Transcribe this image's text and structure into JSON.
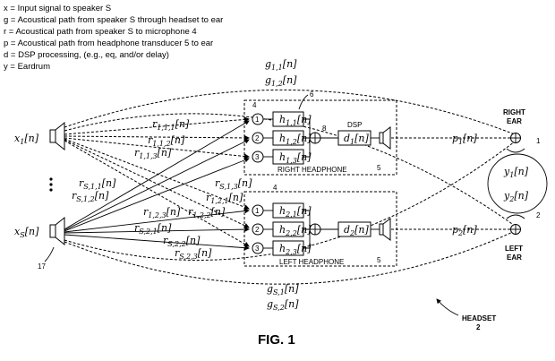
{
  "title": "FIG. 1",
  "legend": [
    "x = Input signal to speaker S",
    "g = Acoustical path from speaker S through headset to ear",
    "r = Acoustical path from speaker S to microphone 4",
    "p = Acoustical path from headphone transducer 5 to ear",
    "d = DSP processing, (e.g., eq, and/or delay)",
    "y = Eardrum"
  ],
  "labels": {
    "x1": {
      "base": "x",
      "sub": "1",
      "arg": "[n]"
    },
    "xS": {
      "base": "x",
      "sub": "S",
      "arg": "[n]"
    }
  },
  "mic_labels": [
    "1",
    "2",
    "3"
  ],
  "filters": {
    "h11": {
      "base": "h",
      "sub": "1,1",
      "arg": "[n]"
    },
    "h12": {
      "base": "h",
      "sub": "1,2",
      "arg": "[n]"
    },
    "h13": {
      "base": "h",
      "sub": "1,3",
      "arg": "[n]"
    },
    "h21": {
      "base": "h",
      "sub": "2,1",
      "arg": "[n]"
    },
    "h22": {
      "base": "h",
      "sub": "2,2",
      "arg": "[n]"
    },
    "h23": {
      "base": "h",
      "sub": "2,3",
      "arg": "[n]"
    }
  },
  "dsp": {
    "d1": {
      "base": "d",
      "sub": "1",
      "arg": "[n]"
    },
    "d2": {
      "base": "d",
      "sub": "2",
      "arg": "[n]"
    }
  },
  "ears": {
    "y1": {
      "base": "y",
      "sub": "1",
      "arg": "[n]"
    },
    "y2": {
      "base": "y",
      "sub": "2",
      "arg": "[n]"
    }
  },
  "path_labels": {
    "g11": {
      "base": "g",
      "sub": "1,1",
      "arg": "[n]"
    },
    "g12": {
      "base": "g",
      "sub": "1,2",
      "arg": "[n]"
    },
    "gS1": {
      "base": "g",
      "sub": "S,1",
      "arg": "[n]"
    },
    "gS2": {
      "base": "g",
      "sub": "S,2",
      "arg": "[n]"
    },
    "r111": {
      "base": "r",
      "sub": "1,1,1",
      "arg": "[n]"
    },
    "r112": {
      "base": "r",
      "sub": "1,1,2",
      "arg": "[n]"
    },
    "r113": {
      "base": "r",
      "sub": "1,1,3",
      "arg": "[n]"
    },
    "rS11": {
      "base": "r",
      "sub": "S,1,1",
      "arg": "[n]"
    },
    "rS12": {
      "base": "r",
      "sub": "S,1,2",
      "arg": "[n]"
    },
    "rS13": {
      "base": "r",
      "sub": "S,1,3",
      "arg": "[n]"
    },
    "r121": {
      "base": "r",
      "sub": "1,2,1",
      "arg": "[n]"
    },
    "r122": {
      "base": "r",
      "sub": "1,2,2",
      "arg": "[n]"
    },
    "r123": {
      "base": "r",
      "sub": "1,2,3",
      "arg": "[n]"
    },
    "rS21": {
      "base": "r",
      "sub": "S,2,1",
      "arg": "[n]"
    },
    "rS22": {
      "base": "r",
      "sub": "S,2,2",
      "arg": "[n]"
    },
    "rS23": {
      "base": "r",
      "sub": "S,2,3",
      "arg": "[n]"
    },
    "p1": {
      "base": "p",
      "sub": "1",
      "arg": "[n]"
    },
    "p2": {
      "base": "p",
      "sub": "2",
      "arg": "[n]"
    }
  },
  "captions": {
    "right_headphone": "RIGHT HEADPHONE",
    "left_headphone": "LEFT HEADPHONE",
    "dsp": "DSP",
    "right_ear": [
      "RIGHT",
      "EAR"
    ],
    "left_ear": [
      "LEFT",
      "EAR"
    ],
    "headset": "HEADSET"
  },
  "refs": {
    "r1": "1",
    "r2": "2",
    "r4": "4",
    "r5": "5",
    "r6": "6",
    "r8": "8",
    "r17": "17"
  }
}
